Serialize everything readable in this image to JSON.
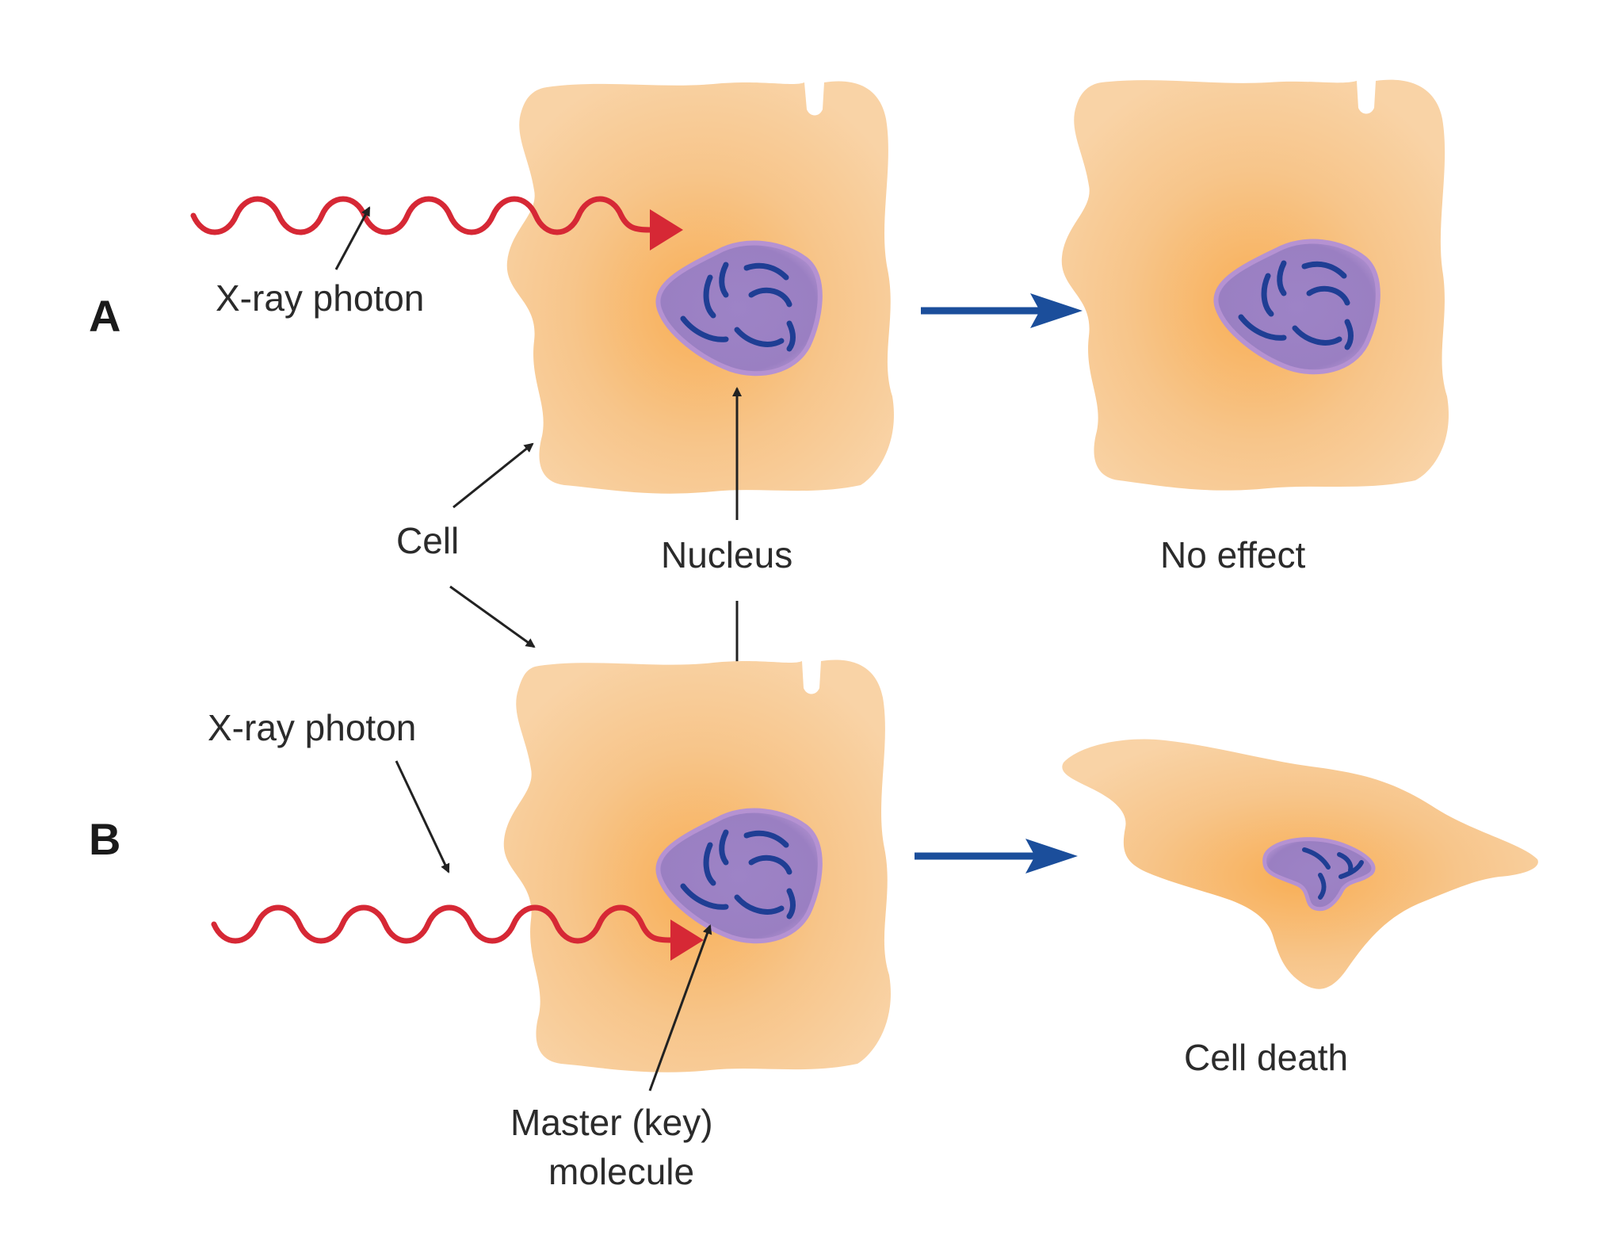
{
  "rows": [
    {
      "letter": "A",
      "photon_label": "X-ray photon",
      "outcome": "No effect"
    },
    {
      "letter": "B",
      "photon_label": "X-ray photon",
      "outcome": "Cell death"
    }
  ],
  "labels": {
    "cell": "Cell",
    "nucleus": "Nucleus",
    "master_line1": "Master (key)",
    "master_line2": "molecule"
  },
  "colors": {
    "cytoplasm": "#f7c88f",
    "cytoplasm_center": "#f9ad4e",
    "nucleus": "#9b7fc4",
    "nucleus_edge": "#b88fd0",
    "chromatin": "#1f3e94",
    "photon": "#d62835",
    "process_arrow": "#1b4e9b",
    "pointer": "#222222"
  },
  "icons": {
    "photon": "wavy-arrow-icon",
    "process": "right-arrow-icon"
  }
}
